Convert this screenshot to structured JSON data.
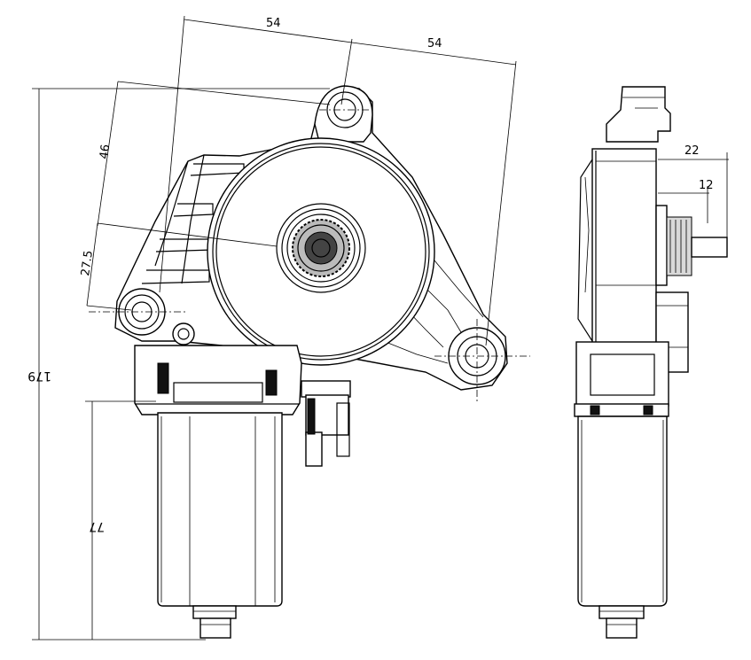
{
  "dimensions": {
    "top_left": "54",
    "top_right": "54",
    "left_upper": "46",
    "left_lower": "27.5",
    "overall_height": "179",
    "motor_length": "77",
    "side_width": "22",
    "side_shaft": "12"
  }
}
